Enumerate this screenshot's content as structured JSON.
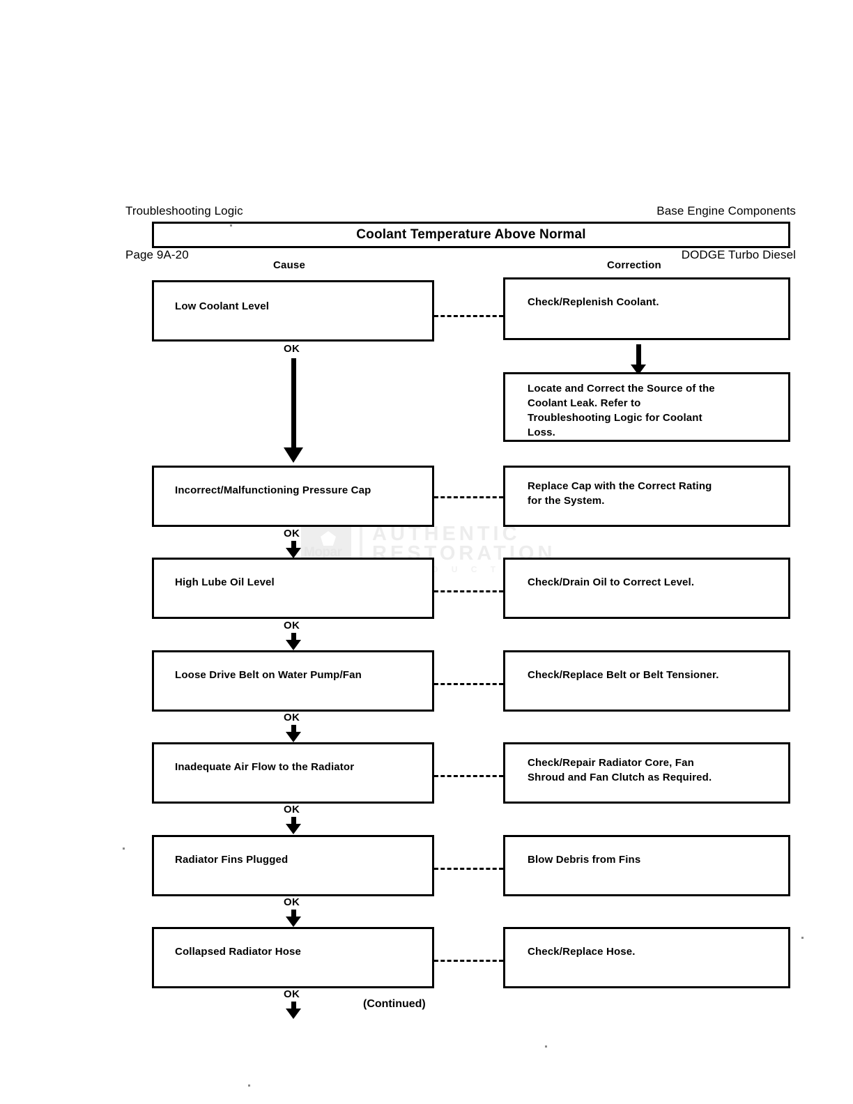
{
  "header": {
    "left_line1": "Troubleshooting Logic",
    "left_line2": "Page 9A-20",
    "right_line1": "Base Engine Components",
    "right_line2": "DODGE Turbo Diesel"
  },
  "title": "Coolant Temperature Above Normal",
  "columns": {
    "cause": "Cause",
    "correction": "Correction"
  },
  "ok_label": "OK",
  "continued_label": "(Continued)",
  "watermark": {
    "brand": "Mopar",
    "line1": "AUTHENTIC",
    "line2": "RESTORATION",
    "line3": "P R O D U C T"
  },
  "chart_data": {
    "type": "diagram",
    "title": "Coolant Temperature Above Normal",
    "diagram_kind": "troubleshooting-flowchart",
    "columns": [
      "Cause",
      "Correction"
    ],
    "rows": [
      {
        "cause": "Low Coolant Level",
        "correction": "Check/Replenish Coolant.",
        "followup_correction": "Locate and Correct the Source of the\nCoolant Leak. Refer to\nTroubleshooting Logic for Coolant\nLoss.",
        "next_link": "OK"
      },
      {
        "cause": "Incorrect/Malfunctioning Pressure Cap",
        "correction": "Replace Cap with the Correct Rating\nfor the System.",
        "next_link": "OK"
      },
      {
        "cause": "High Lube Oil Level",
        "correction": "Check/Drain Oil to Correct Level.",
        "next_link": "OK"
      },
      {
        "cause": "Loose Drive Belt on Water Pump/Fan",
        "correction": "Check/Replace Belt or Belt Tensioner.",
        "next_link": "OK"
      },
      {
        "cause": "Inadequate Air Flow to the Radiator",
        "correction": "Check/Repair Radiator Core, Fan\nShroud and Fan Clutch as Required.",
        "next_link": "OK"
      },
      {
        "cause": "Radiator Fins Plugged",
        "correction": "Blow Debris from Fins",
        "next_link": "OK"
      },
      {
        "cause": "Collapsed Radiator Hose",
        "correction": "Check/Replace Hose.",
        "next_link": "OK"
      }
    ],
    "footer_note": "(Continued)"
  },
  "boxes": {
    "cause_1": "Low Coolant Level",
    "cause_2": "Incorrect/Malfunctioning Pressure Cap",
    "cause_3": "High Lube Oil Level",
    "cause_4": "Loose Drive Belt on Water Pump/Fan",
    "cause_5": "Inadequate Air Flow to the Radiator",
    "cause_6": "Radiator Fins Plugged",
    "cause_7": "Collapsed Radiator Hose",
    "corr_1": "Check/Replenish Coolant.",
    "corr_1b": "Locate and Correct the Source of the\nCoolant Leak. Refer to\nTroubleshooting Logic for Coolant\nLoss.",
    "corr_2": "Replace Cap with the Correct Rating\nfor the System.",
    "corr_3": "Check/Drain Oil to Correct Level.",
    "corr_4": "Check/Replace Belt or Belt Tensioner.",
    "corr_5": "Check/Repair Radiator Core, Fan\nShroud and Fan Clutch as Required.",
    "corr_6": "Blow Debris from Fins",
    "corr_7": "Check/Replace Hose."
  }
}
